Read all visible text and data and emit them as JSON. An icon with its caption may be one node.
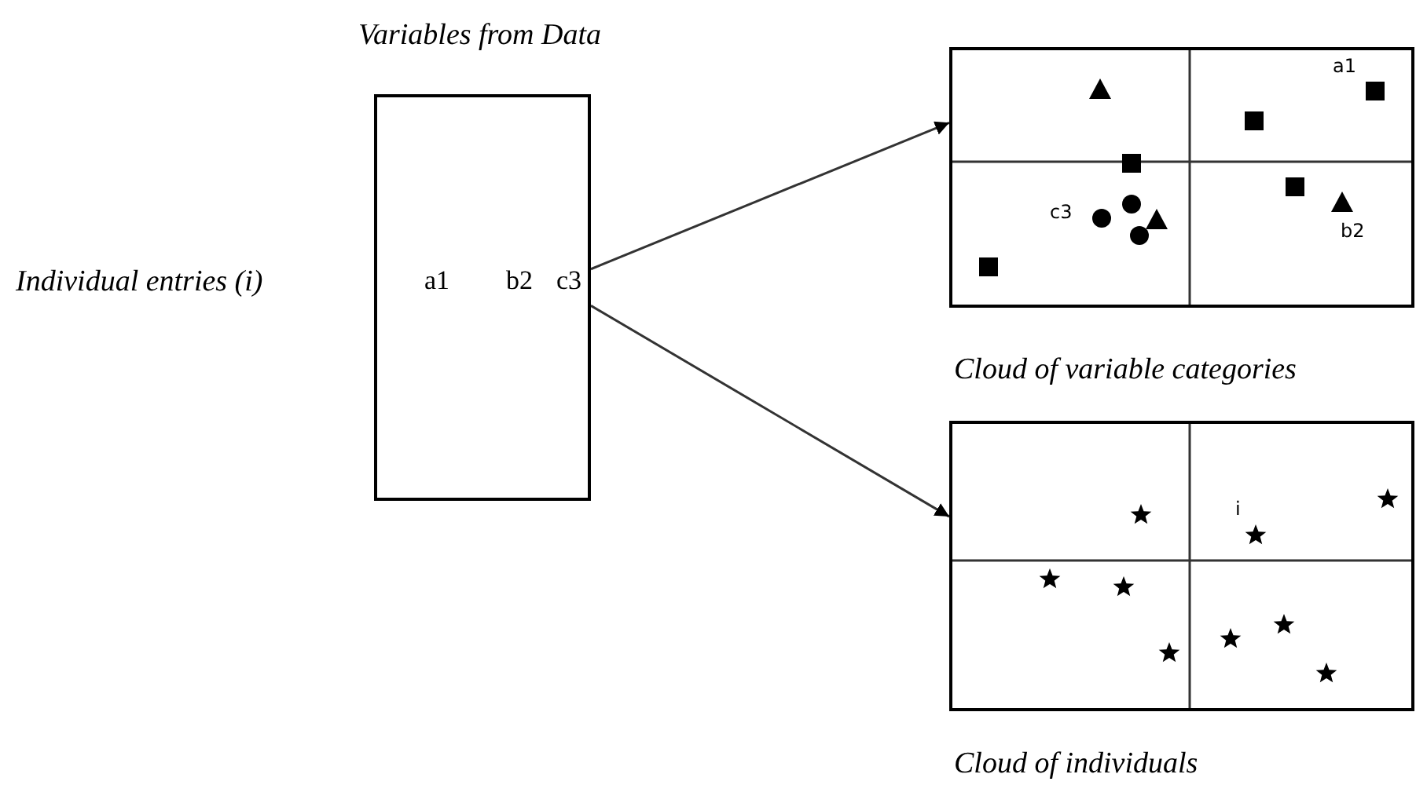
{
  "diagram": {
    "nodes": [
      {
        "text": [
          "Variables from Data",
          "a1",
          "b2",
          "c3"
        ],
        "beside": [
          "Individual entries (i)"
        ]
      },
      {
        "text": [
          "a1",
          "b2",
          "c3"
        ],
        "beside": [
          "Cloud of variable categories"
        ]
      },
      {
        "text": [
          "i"
        ],
        "beside": [
          "Cloud of individuals"
        ]
      }
    ],
    "edges": [
      {
        "from": 0,
        "to": 1,
        "arrow": "to"
      },
      {
        "from": 0,
        "to": 2,
        "arrow": "to"
      }
    ]
  }
}
